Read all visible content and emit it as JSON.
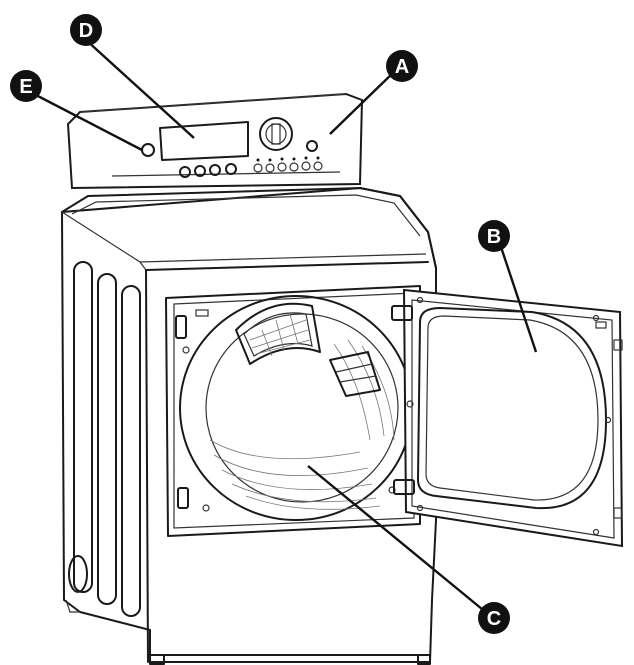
{
  "callouts": [
    {
      "id": "A",
      "letter": "A"
    },
    {
      "id": "B",
      "letter": "B"
    },
    {
      "id": "C",
      "letter": "C"
    },
    {
      "id": "D",
      "letter": "D"
    },
    {
      "id": "E",
      "letter": "E"
    }
  ],
  "colors": {
    "ink": "#111111",
    "background": "#ffffff",
    "label_fill": "#111111",
    "label_text": "#ffffff"
  }
}
